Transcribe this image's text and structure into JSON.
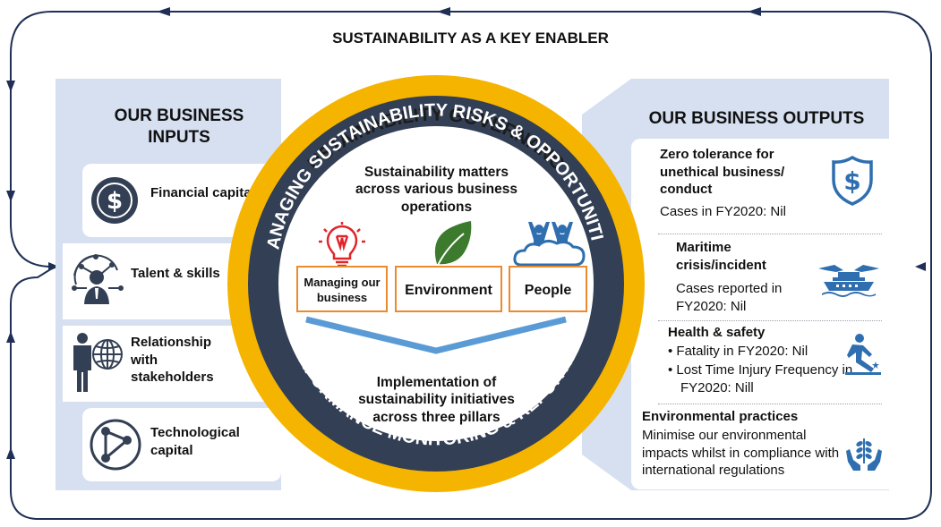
{
  "title": "SUSTAINABILITY AS A KEY ENABLER",
  "inputs": {
    "heading": "OUR BUSINESS INPUTS",
    "items": [
      {
        "label": "Financial capital",
        "icon": "dollar-coin-icon"
      },
      {
        "label": "Talent & skills",
        "icon": "people-network-icon"
      },
      {
        "label": "Relationship with stakeholders",
        "icon": "businessman-globe-icon"
      },
      {
        "label": "Technological capital",
        "icon": "network-globe-icon"
      }
    ]
  },
  "ring": {
    "governance": "SUSTAINABILITY GOVERNANCE",
    "top_arc": "MANAGING SUSTAINABILITY RISKS & OPPORTUNITIES",
    "bottom_arc": "PERFORMANCE MONITORING & REPORTING"
  },
  "center": {
    "top_text": "Sustainability matters across various business operations",
    "pillars": [
      {
        "label": "Managing our business",
        "icon": "lightbulb-icon"
      },
      {
        "label": "Environment",
        "icon": "leaf-icon"
      },
      {
        "label": "People",
        "icon": "people-cheering-icon"
      }
    ],
    "bottom_text": "Implementation of sustainability initiatives across three pillars"
  },
  "outputs": {
    "heading": "OUR BUSINESS OUTPUTS",
    "items": [
      {
        "title": "Zero tolerance for unethical business/ conduct",
        "detail": "Cases in FY2020: Nil",
        "icon": "shield-dollar-icon"
      },
      {
        "title": "Maritime crisis/incident",
        "detail": "Cases reported in FY2020: Nil",
        "icon": "ship-hands-icon"
      },
      {
        "title": "Health & safety",
        "bullets": [
          "Fatality in FY2020: Nil",
          "Lost Time Injury Frequency in FY2020: Nill"
        ],
        "icon": "slip-hazard-icon"
      },
      {
        "title": "Environmental practices",
        "detail": "Minimise our environmental impacts whilst in compliance with international regulations",
        "icon": "hands-plant-icon"
      }
    ]
  },
  "colors": {
    "navy": "#1f2f55",
    "ring_dark": "#333f54",
    "gold": "#f5b400",
    "panel": "#d6e0f0",
    "orange": "#ec8a2c",
    "red": "#e0262b",
    "green": "#3c7b2e",
    "blue": "#2f6fb0",
    "chevron": "#5b9bd5"
  }
}
